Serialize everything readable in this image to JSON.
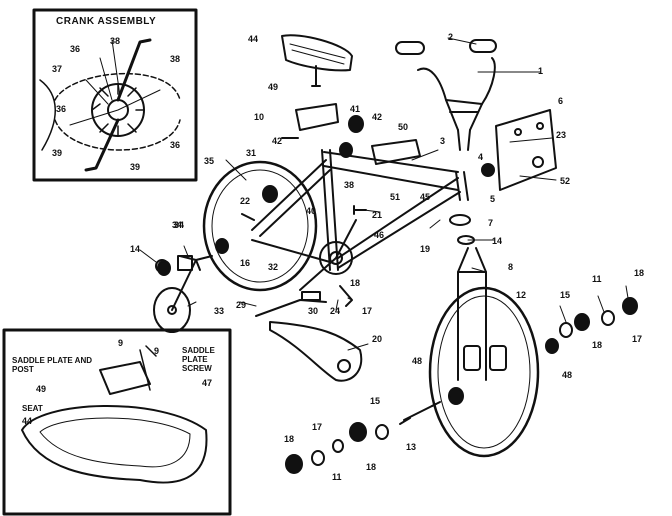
{
  "insets": {
    "crank": {
      "title": "CRANK ASSEMBLY",
      "labels": [
        "36",
        "38",
        "37",
        "38",
        "36",
        "39",
        "36",
        "39"
      ]
    },
    "seat": {
      "saddle_plate_post_label": "SADDLE PLATE AND POST",
      "saddle_plate_post_num": "49",
      "saddle_plate_screw_label": "SADDLE PLATE SCREW",
      "saddle_plate_screw_num": "47",
      "seat_label": "SEAT",
      "seat_num": "44",
      "small_labels": [
        "9",
        "9"
      ]
    }
  },
  "parts": [
    {
      "n": "44"
    },
    {
      "n": "49"
    },
    {
      "n": "2"
    },
    {
      "n": "1"
    },
    {
      "n": "6"
    },
    {
      "n": "10"
    },
    {
      "n": "41"
    },
    {
      "n": "42"
    },
    {
      "n": "42"
    },
    {
      "n": "50"
    },
    {
      "n": "3"
    },
    {
      "n": "4"
    },
    {
      "n": "23"
    },
    {
      "n": "52"
    },
    {
      "n": "35"
    },
    {
      "n": "31"
    },
    {
      "n": "34"
    },
    {
      "n": "38"
    },
    {
      "n": "51"
    },
    {
      "n": "45"
    },
    {
      "n": "5"
    },
    {
      "n": "22"
    },
    {
      "n": "40"
    },
    {
      "n": "21"
    },
    {
      "n": "7"
    },
    {
      "n": "46"
    },
    {
      "n": "19"
    },
    {
      "n": "14"
    },
    {
      "n": "34"
    },
    {
      "n": "14"
    },
    {
      "n": "16"
    },
    {
      "n": "32"
    },
    {
      "n": "8"
    },
    {
      "n": "18"
    },
    {
      "n": "12"
    },
    {
      "n": "29"
    },
    {
      "n": "30"
    },
    {
      "n": "24"
    },
    {
      "n": "17"
    },
    {
      "n": "33"
    },
    {
      "n": "15"
    },
    {
      "n": "11"
    },
    {
      "n": "18"
    },
    {
      "n": "18"
    },
    {
      "n": "17"
    },
    {
      "n": "20"
    },
    {
      "n": "48"
    },
    {
      "n": "48"
    },
    {
      "n": "15"
    },
    {
      "n": "13"
    },
    {
      "n": "18"
    },
    {
      "n": "17"
    },
    {
      "n": "11"
    },
    {
      "n": "18"
    }
  ]
}
